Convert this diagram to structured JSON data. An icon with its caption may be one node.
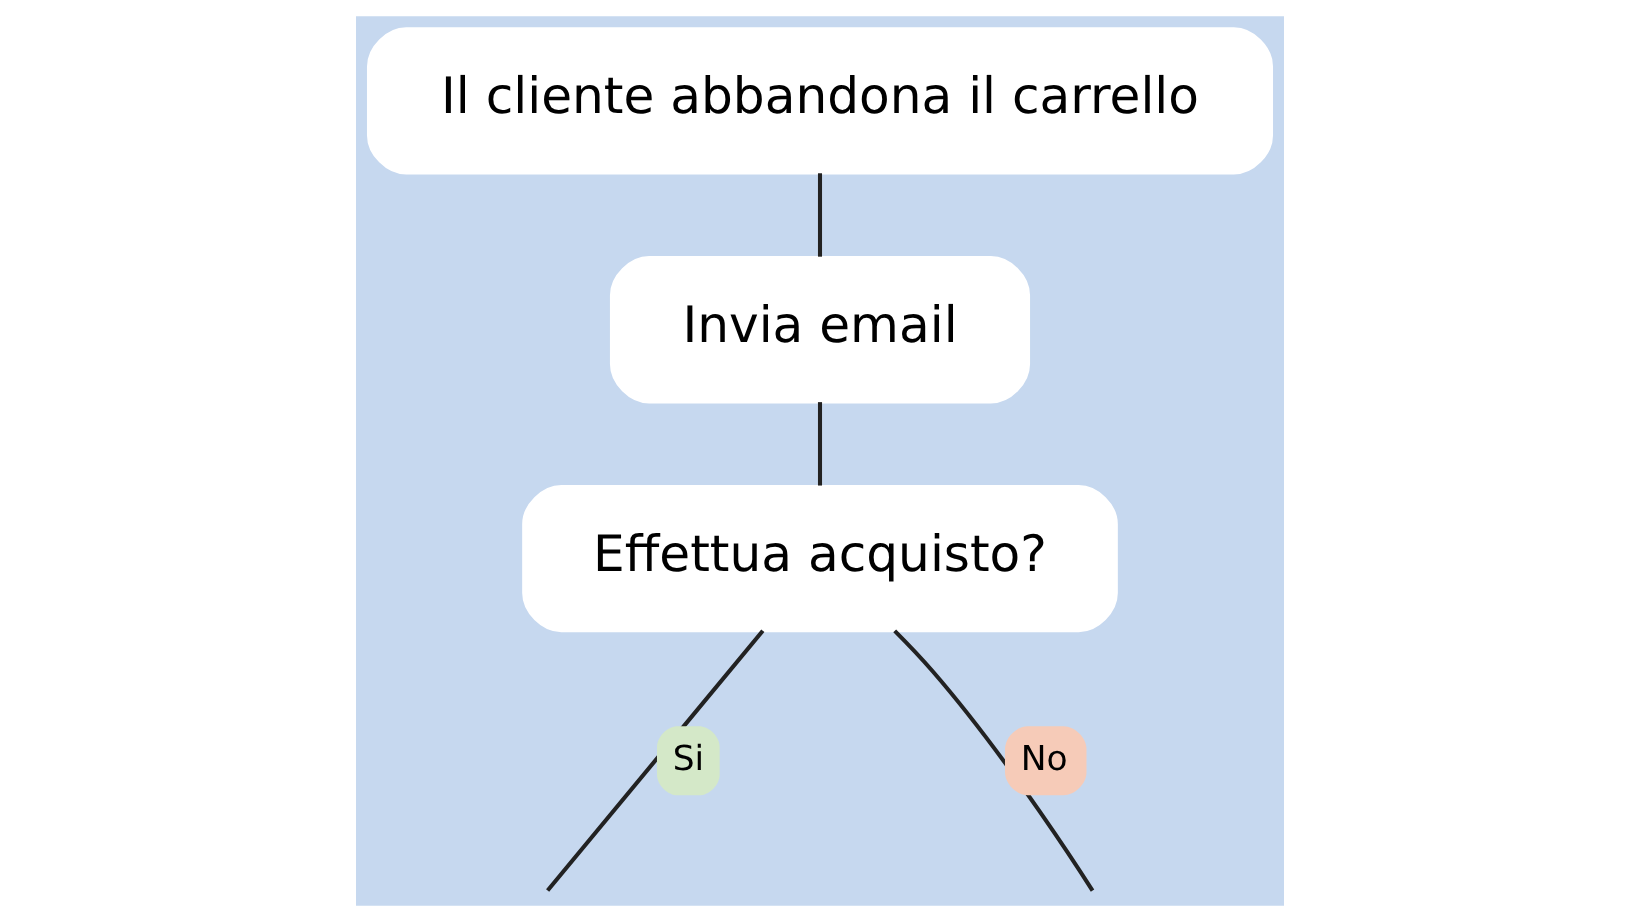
{
  "diagram": {
    "nodes": [
      {
        "text": [
          "Il cliente abbandona il carrello"
        ]
      },
      {
        "text": [
          "Invia email"
        ]
      },
      {
        "text": [
          "Effettua acquisto?"
        ]
      }
    ],
    "edges": [
      {
        "from": 0,
        "to": 1,
        "arrow": "none"
      },
      {
        "from": 1,
        "to": 2,
        "arrow": "none"
      },
      {
        "from": 2,
        "to": null,
        "arrow": "none",
        "label": "Si"
      },
      {
        "from": 2,
        "to": null,
        "arrow": "none",
        "label": "No"
      }
    ]
  }
}
